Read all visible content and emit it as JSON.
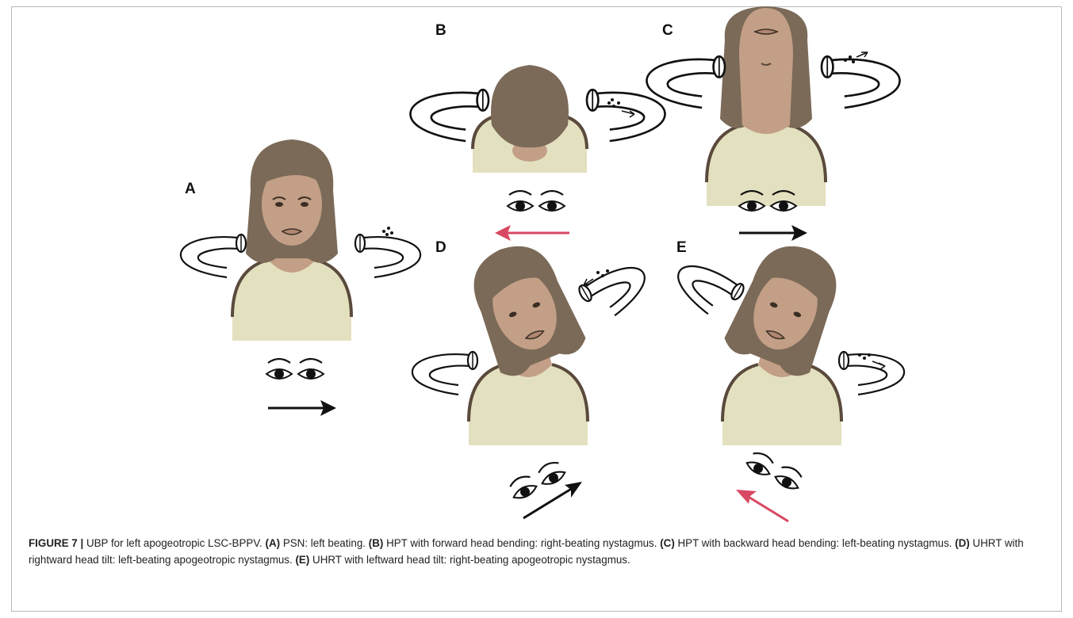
{
  "figure": {
    "panels": [
      {
        "id": "A",
        "label": "A",
        "arrow": "right",
        "arrow_color": "#111111"
      },
      {
        "id": "B",
        "label": "B",
        "arrow": "left",
        "arrow_color": "#d94862"
      },
      {
        "id": "C",
        "label": "C",
        "arrow": "right",
        "arrow_color": "#111111"
      },
      {
        "id": "D",
        "label": "D",
        "arrow": "up-right",
        "arrow_color": "#111111"
      },
      {
        "id": "E",
        "label": "E",
        "arrow": "up-left",
        "arrow_color": "#d94862"
      }
    ],
    "colors": {
      "hair": "#7b6a58",
      "skin": "#c29f86",
      "shirt": "#e3e0bf",
      "outline": "#5a4a3c",
      "ink": "#111111",
      "red_arrow": "#d94862",
      "frame_border": "#b9b9b9"
    }
  },
  "caption": {
    "figure_label": "FIGURE 7 |",
    "intro": " UBP for left apogeotropic LSC-BPPV. ",
    "items": [
      {
        "tag": "(A)",
        "text": " PSN: left beating. "
      },
      {
        "tag": "(B)",
        "text": " HPT with forward head bending: right-beating nystagmus. "
      },
      {
        "tag": "(C)",
        "text": " HPT with backward head bending: left-beating nystagmus. "
      },
      {
        "tag": "(D)",
        "text": " UHRT with rightward head tilt: left-beating apogeotropic nystagmus. "
      },
      {
        "tag": "(E)",
        "text": " UHRT with leftward head tilt: right-beating apogeotropic nystagmus."
      }
    ]
  }
}
